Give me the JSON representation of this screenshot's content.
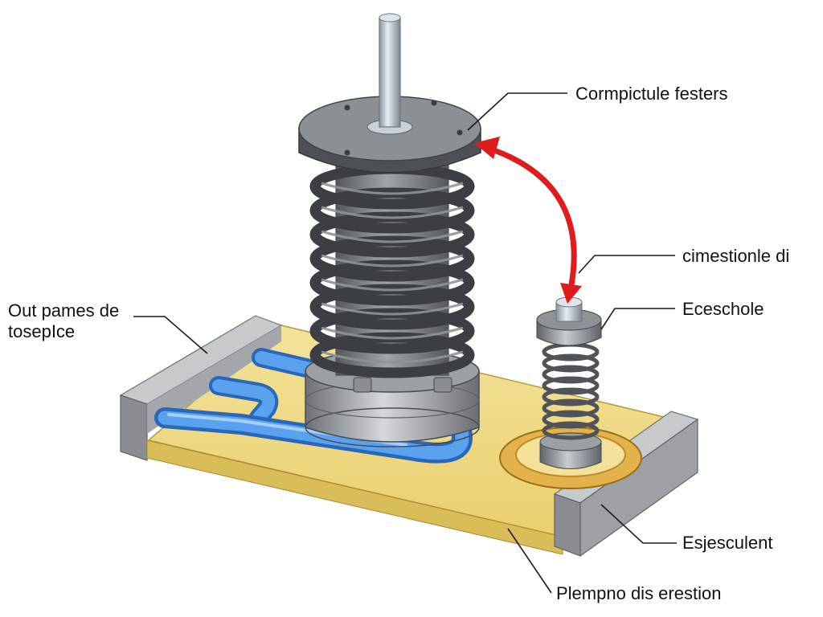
{
  "labels": {
    "top_right": "Cormpictule festers",
    "mid_right": "cimestionle di",
    "eceschole": "Eceschole",
    "left_line1": "Out pames de",
    "left_line2": "tosepIce",
    "esjesculent": "Esjesculent",
    "bottom": "Plempno dis erestion"
  },
  "colors": {
    "tray_wall": "#9a9ea3",
    "tray_floor": "#f0dc8a",
    "spring": "#4c4f54",
    "column": "#7d8186",
    "rod": "#b9c3cc",
    "pipe": "#4a8fe0",
    "arrow": "#e01b1b",
    "ring": "#d9a63a"
  }
}
